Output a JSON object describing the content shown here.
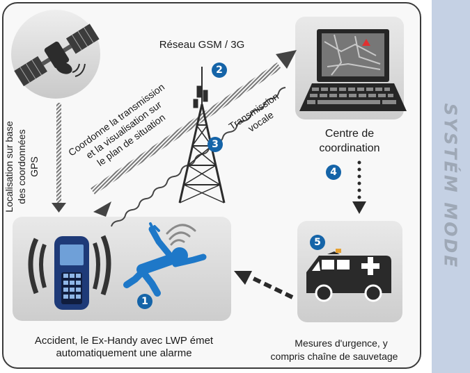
{
  "sidebar": {
    "label": "SYSTÉM MODE"
  },
  "network": {
    "label": "Réseau GSM / 3G"
  },
  "gps": {
    "lines": [
      "Localisation sur base",
      "des coordonnées",
      "GPS"
    ]
  },
  "coordinate": {
    "lines": [
      "Coordonne la transmission",
      "et la visualisation sur",
      "le plan de situation"
    ]
  },
  "voice": {
    "lines": [
      "Transmission",
      "vocale"
    ]
  },
  "center": {
    "lines": [
      "Centre de",
      "coordination"
    ]
  },
  "accident": {
    "lines": [
      "Accident, le Ex-Handy avec LWP émet",
      "automatiquement une alarme"
    ]
  },
  "rescue": {
    "lines": [
      "Mesures d'urgence, y",
      "compris chaîne de sauvetage"
    ]
  },
  "steps": [
    "1",
    "2",
    "3",
    "4",
    "5"
  ],
  "colors": {
    "badge": "#1564a8",
    "person": "#1e78c8",
    "frame": "#3a3a3a",
    "sidebar": "#c5d1e4"
  },
  "icons": [
    "satellite-icon",
    "cell-tower-icon",
    "laptop-map-icon",
    "mobile-phone-icon",
    "falling-person-icon",
    "ambulance-icon"
  ]
}
